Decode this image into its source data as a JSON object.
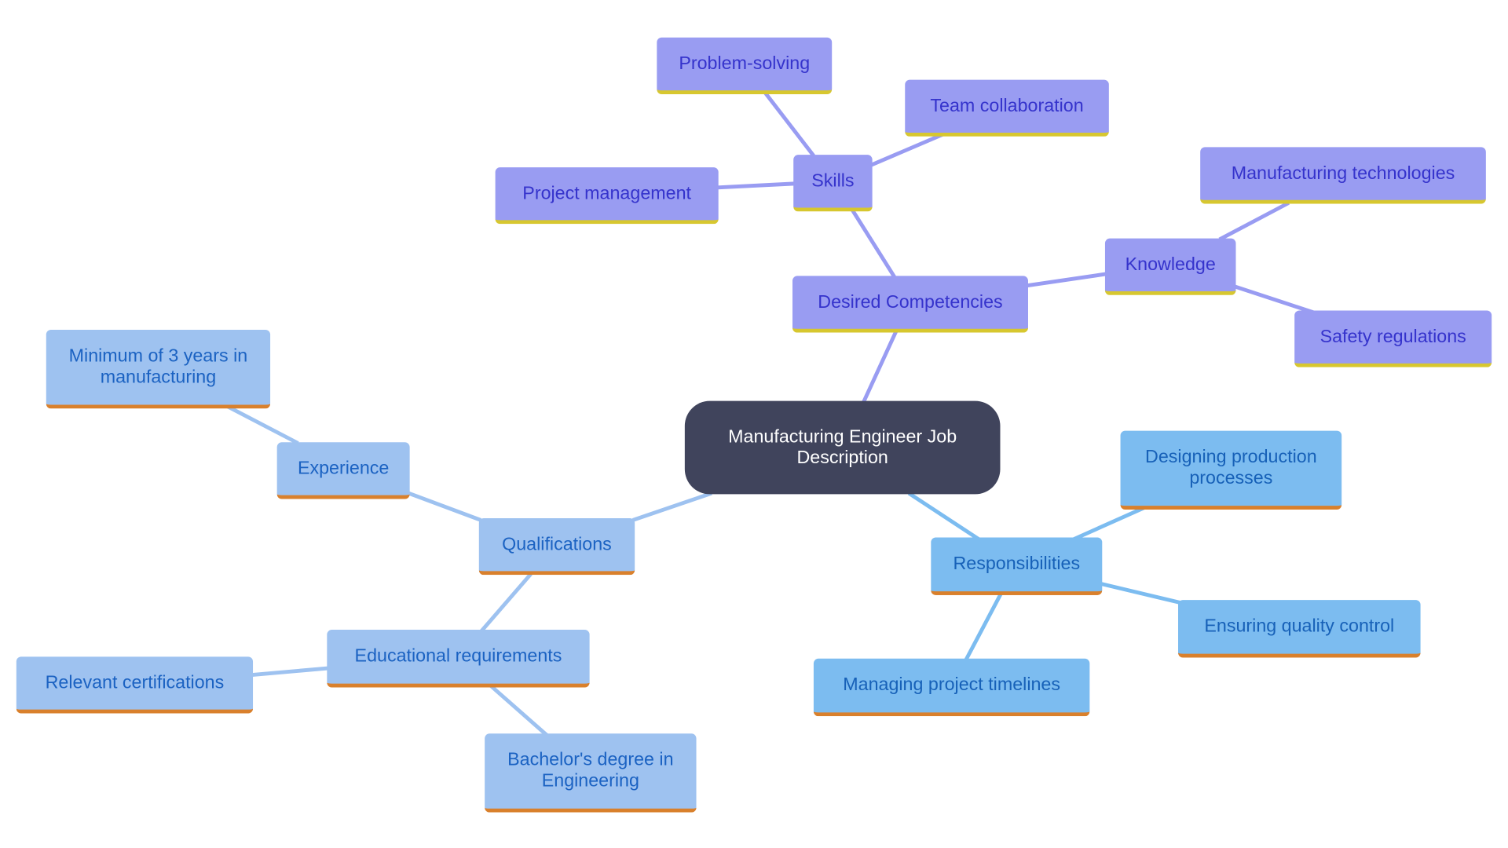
{
  "root": {
    "label": "Manufacturing Engineer Job Description"
  },
  "competencies": {
    "label": "Desired Competencies",
    "skills": {
      "label": "Skills",
      "items": [
        "Problem-solving",
        "Team collaboration",
        "Project management"
      ]
    },
    "knowledge": {
      "label": "Knowledge",
      "items": [
        "Manufacturing technologies",
        "Safety regulations"
      ]
    }
  },
  "qualifications": {
    "label": "Qualifications",
    "experience": {
      "label": "Experience",
      "items": [
        "Minimum of 3 years in manufacturing"
      ]
    },
    "education": {
      "label": "Educational requirements",
      "items": [
        "Relevant certifications",
        "Bachelor's degree in Engineering"
      ]
    }
  },
  "responsibilities": {
    "label": "Responsibilities",
    "items": [
      "Designing production processes",
      "Ensuring quality control",
      "Managing project timelines"
    ]
  },
  "colors": {
    "root": "#40445c",
    "competencies": "#999cf2",
    "qualifications": "#9ec2f0",
    "responsibilities": "#7cbcf0",
    "accent_yellow": "#d7c72f",
    "accent_orange": "#d9802c"
  }
}
